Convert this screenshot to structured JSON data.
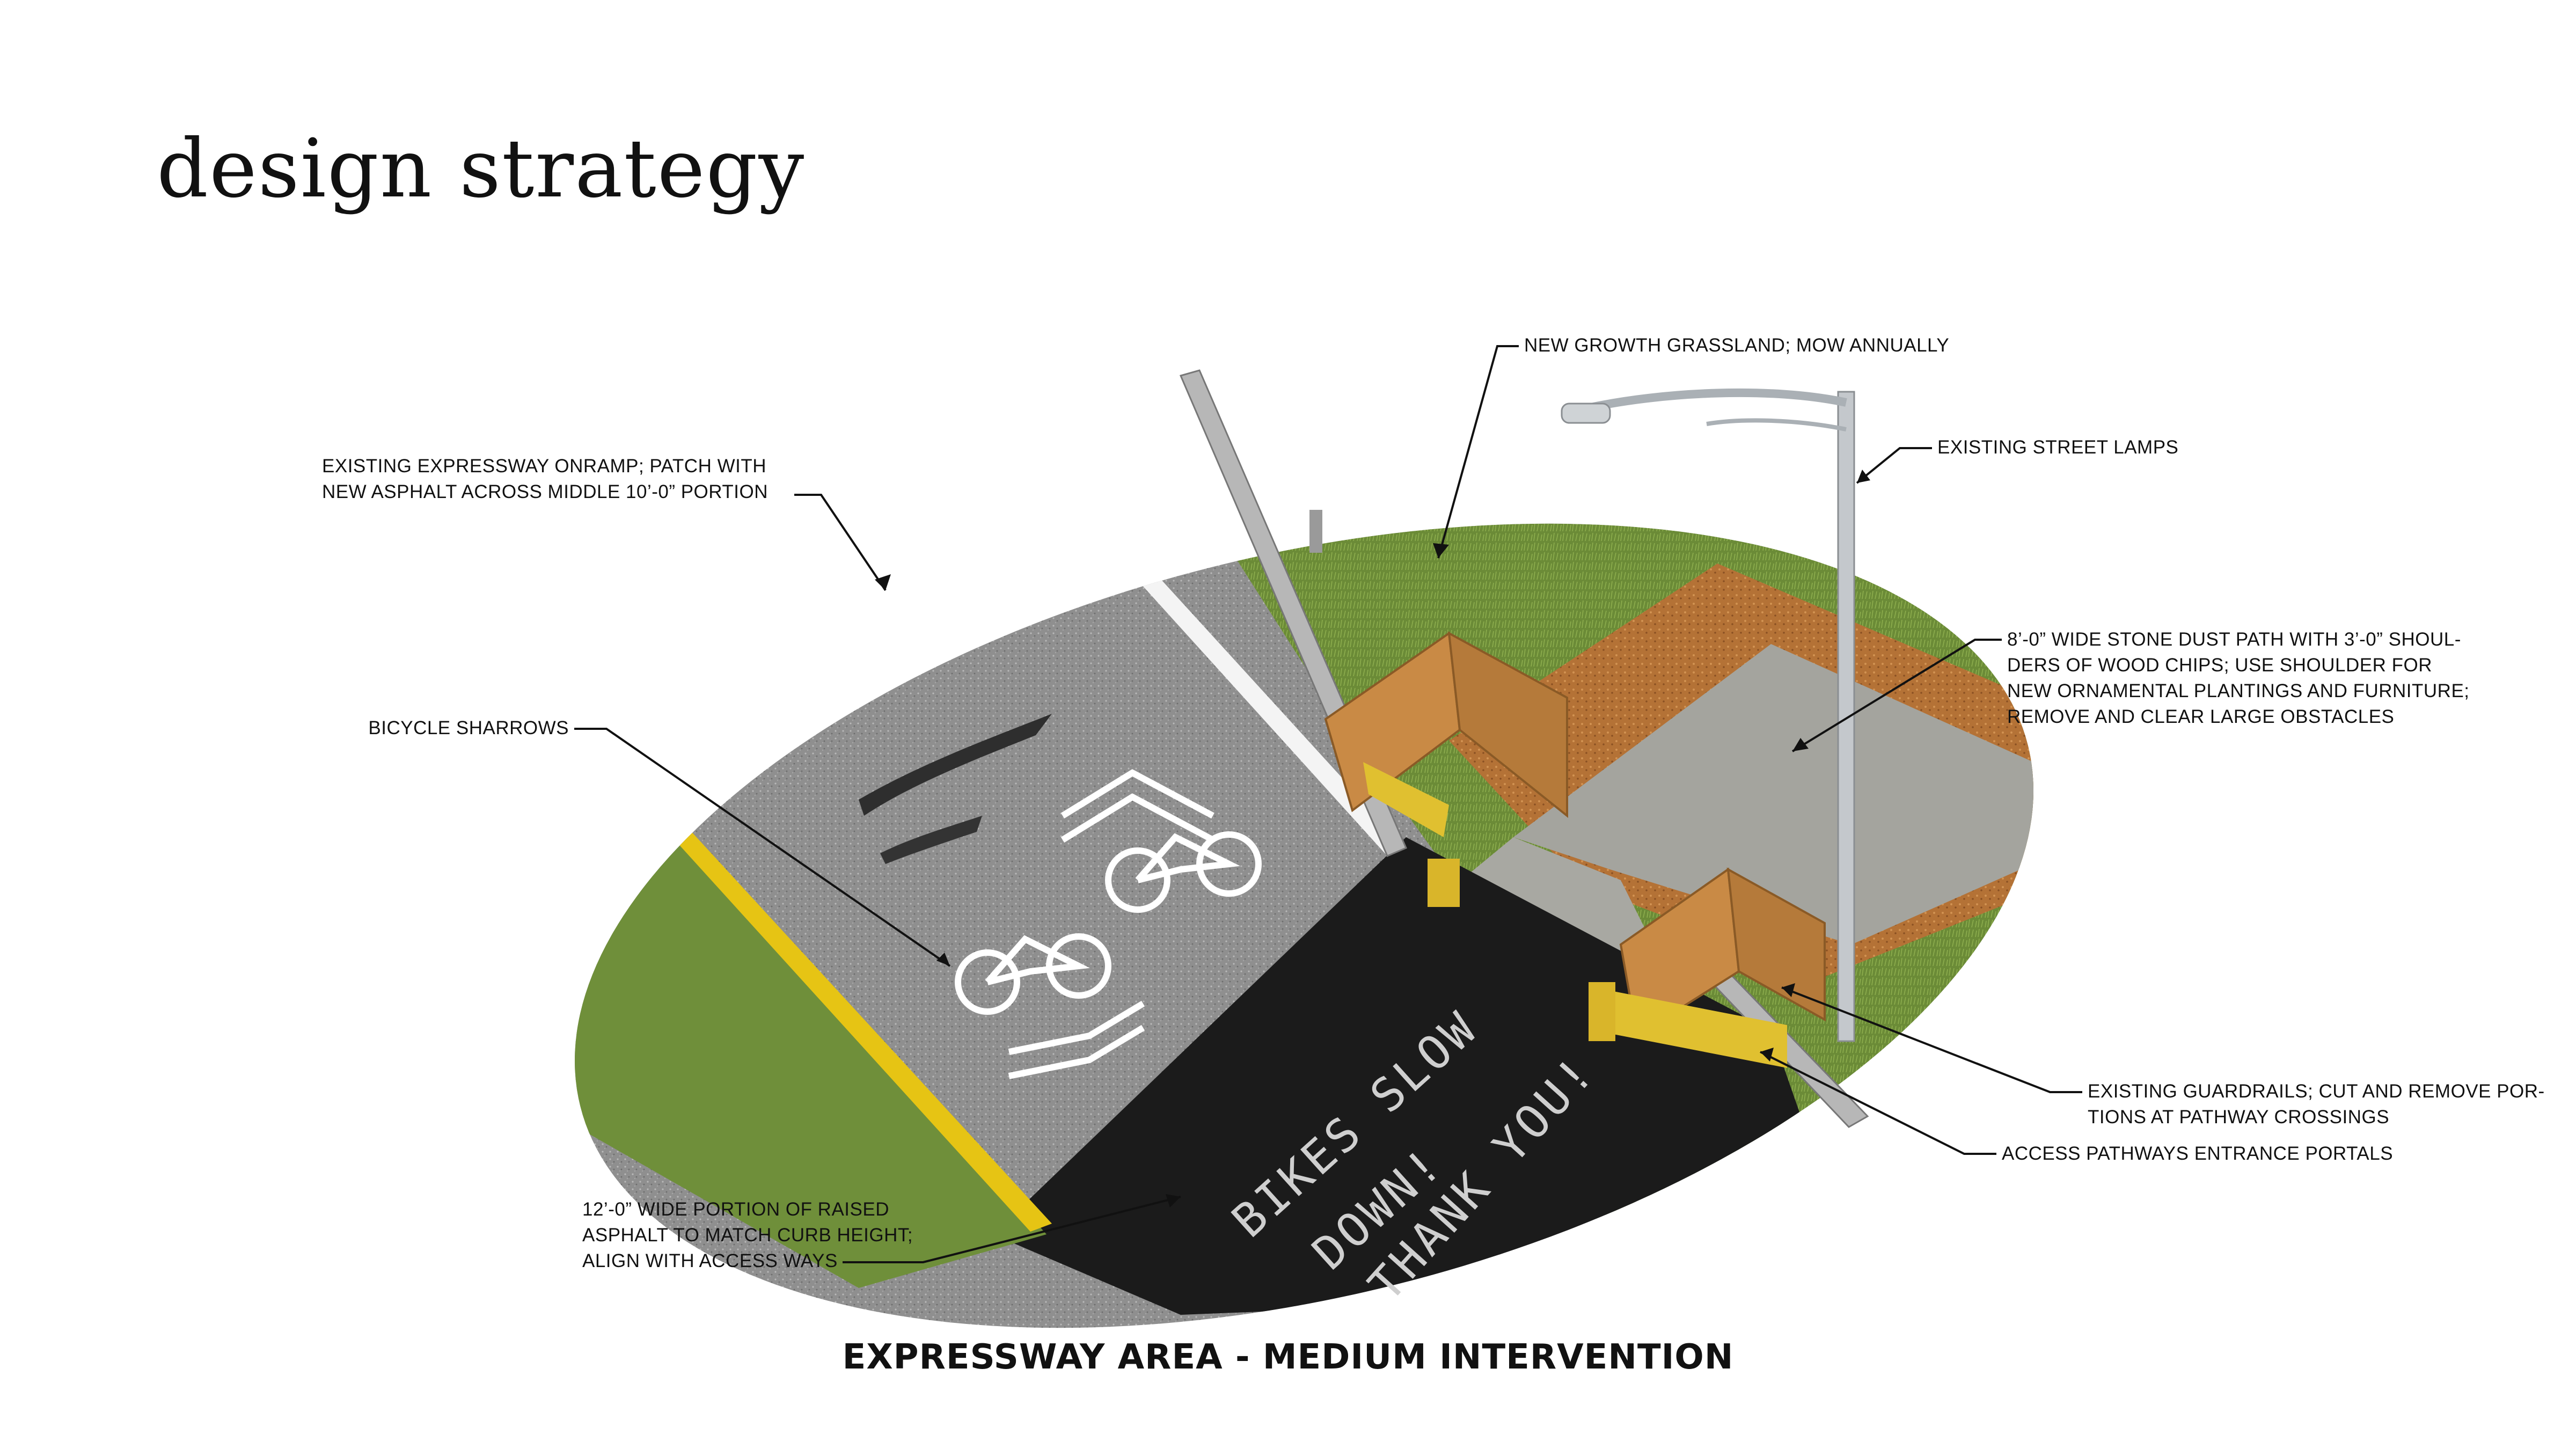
{
  "heading": "design strategy",
  "caption": "EXPRESSWAY AREA - MEDIUM INTERVENTION",
  "callouts": {
    "onramp": "EXISTING EXPRESSWAY ONRAMP; PATCH WITH\nNEW ASPHALT ACROSS MIDDLE 10’-0” PORTION",
    "grassland": "NEW GROWTH GRASSLAND; MOW ANNUALLY",
    "lamps": "EXISTING STREET LAMPS",
    "sharrows": "BICYCLE SHARROWS",
    "stone_path": "8’-0” WIDE STONE DUST PATH WITH 3’-0” SHOUL-\nDERS OF WOOD CHIPS; USE SHOULDER FOR\nNEW ORNAMENTAL PLANTINGS AND FURNITURE;\nREMOVE AND CLEAR LARGE OBSTACLES",
    "guardrails": "EXISTING GUARDRAILS; CUT AND REMOVE POR-\nTIONS AT PATHWAY CROSSINGS",
    "portals": "ACCESS PATHWAYS ENTRANCE PORTALS",
    "raised_asphalt": "12’-0” WIDE PORTION OF RAISED\nASPHALT TO MATCH CURB HEIGHT;\nALIGN WITH ACCESS WAYS"
  },
  "pavement_text": {
    "line1": "BIKES SLOW",
    "line2": "DOWN!",
    "line3": "THANK YOU!"
  },
  "colors": {
    "old_asphalt": "#8d8d8d",
    "new_asphalt": "#1b1b1b",
    "grass": "#6f8f3a",
    "wood_chips": "#b8763a",
    "stone_dust": "#a6a6a0",
    "yellow_line": "#e6c414",
    "timber": "#c98a45",
    "portal_yellow": "#e0c030"
  }
}
